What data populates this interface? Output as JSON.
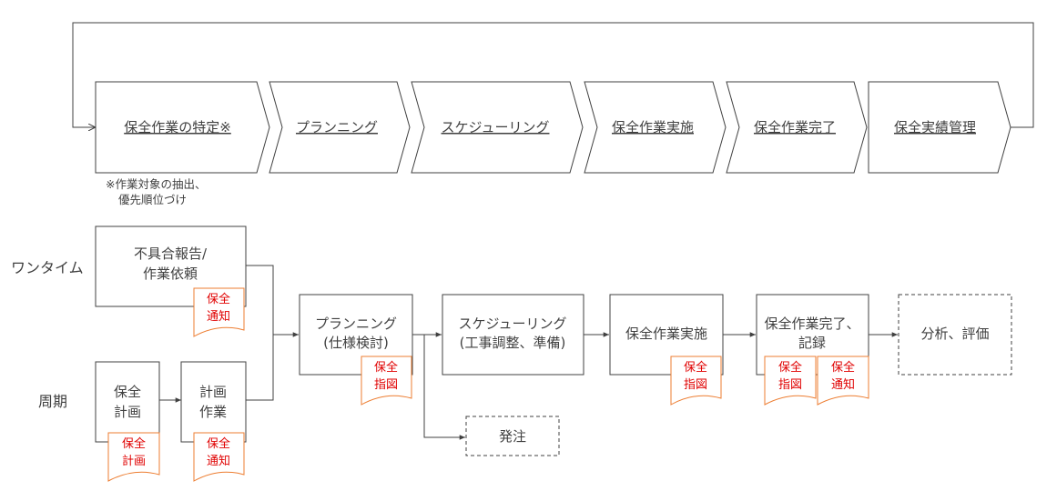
{
  "process_flow": {
    "steps": [
      {
        "label": "保全作業の特定※"
      },
      {
        "label": "プランニング"
      },
      {
        "label": "スケジューリング"
      },
      {
        "label": "保全作業実施"
      },
      {
        "label": "保全作業完了"
      },
      {
        "label": "保全実績管理"
      }
    ],
    "note_lines": [
      "※作業対象の抽出、",
      "優先順位づけ"
    ]
  },
  "lanes": {
    "onetime": "ワンタイム",
    "periodic": "周期"
  },
  "boxes": {
    "defect": [
      "不具合報告/",
      "作業依頼"
    ],
    "plan": [
      "保全",
      "計画"
    ],
    "planwork": [
      "計画",
      "作業"
    ],
    "planning": [
      "プランニング",
      "(仕様検討)"
    ],
    "scheduling": [
      "スケジューリング",
      "(工事調整、準備)"
    ],
    "execution": [
      "保全作業実施"
    ],
    "completion": [
      "保全作業完了、",
      "記録"
    ],
    "analysis": [
      "分析、評価"
    ],
    "order": [
      "発注"
    ]
  },
  "docs": {
    "notice_defect": [
      "保全",
      "通知"
    ],
    "plan_doc": [
      "保全",
      "計画"
    ],
    "notice_planwork": [
      "保全",
      "通知"
    ],
    "order_planning": [
      "保全",
      "指図"
    ],
    "order_execution": [
      "保全",
      "指図"
    ],
    "order_completion": [
      "保全",
      "指図"
    ],
    "notice_completion": [
      "保全",
      "通知"
    ]
  },
  "colors": {
    "line": "#404040",
    "doc_border": "#ed7d31",
    "doc_text": "#e00000"
  }
}
